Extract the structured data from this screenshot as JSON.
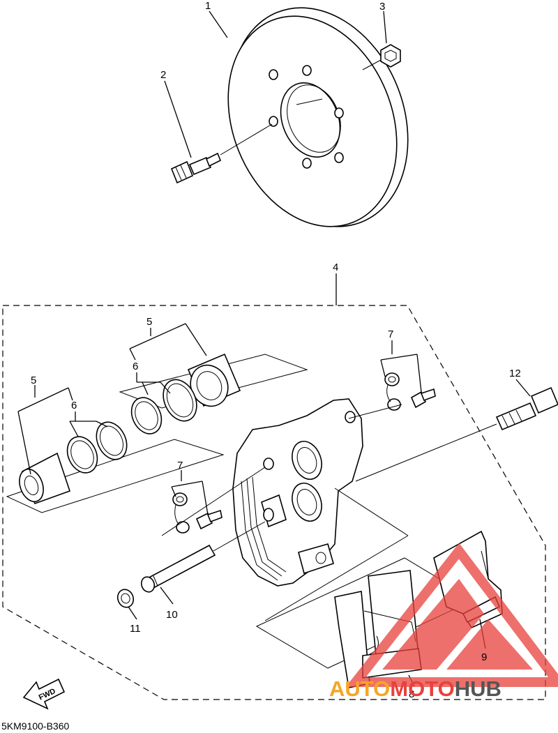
{
  "diagram_code": "5KM9100-B360",
  "fwd_label": "FWD",
  "callouts": {
    "c1": "1",
    "c2": "2",
    "c3": "3",
    "c4": "4",
    "c5a": "5",
    "c5b": "5",
    "c6a": "6",
    "c6b": "6",
    "c7a": "7",
    "c7b": "7",
    "c8": "8",
    "c9": "9",
    "c10": "10",
    "c11": "11",
    "c12": "12"
  },
  "watermark": {
    "part1": "AUTO",
    "part2": "MOTO",
    "part3": "HUB",
    "color_auto": "#f5a623",
    "color_moto": "#e8413c",
    "color_hub": "#555555",
    "logo_color": "#e8413c"
  }
}
